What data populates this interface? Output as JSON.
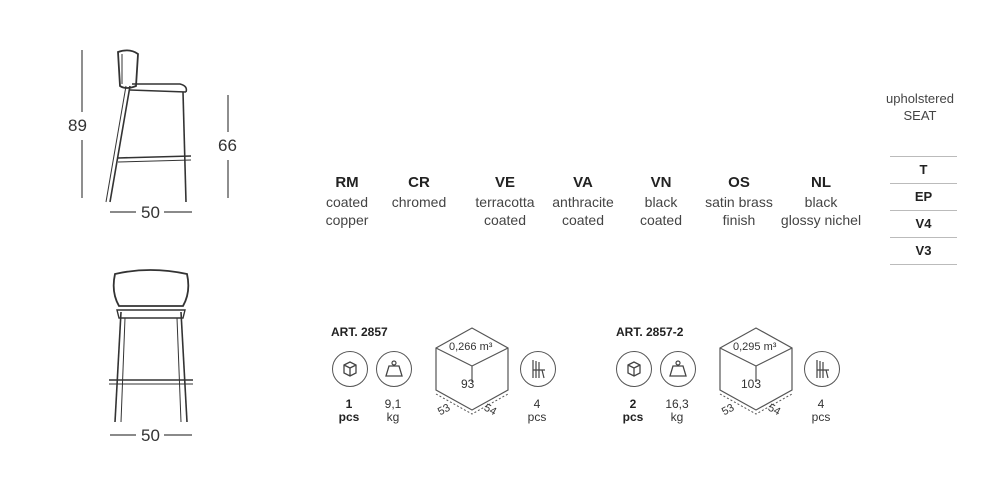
{
  "side_view": {
    "height_label": "89",
    "seat_height_label": "66",
    "width_label": "50"
  },
  "front_view": {
    "width_label": "50"
  },
  "finishes": [
    {
      "code": "RM",
      "line1": "coated",
      "line2": "copper"
    },
    {
      "code": "CR",
      "line1": "chromed",
      "line2": ""
    },
    {
      "code": "VE",
      "line1": "terracotta",
      "line2": "coated"
    },
    {
      "code": "VA",
      "line1": "anthracite",
      "line2": "coated"
    },
    {
      "code": "VN",
      "line1": "black",
      "line2": "coated"
    },
    {
      "code": "OS",
      "line1": "satin brass",
      "line2": "finish"
    },
    {
      "code": "NL",
      "line1": "black",
      "line2": "glossy nichel"
    }
  ],
  "seat": {
    "title_line1": "upholstered",
    "title_line2": "SEAT",
    "options": [
      "T",
      "EP",
      "V4",
      "V3"
    ]
  },
  "packages": [
    {
      "art": "ART. 2857",
      "pcs_value": "1",
      "pcs_unit": "pcs",
      "weight_value": "9,1",
      "weight_unit": "kg",
      "volume": "0,266 m³",
      "box_height": "93",
      "box_depth": "53",
      "box_width": "54",
      "stack_value": "4",
      "stack_unit": "pcs"
    },
    {
      "art": "ART. 2857-2",
      "pcs_value": "2",
      "pcs_unit": "pcs",
      "weight_value": "16,3",
      "weight_unit": "kg",
      "volume": "0,295 m³",
      "box_height": "103",
      "box_depth": "53",
      "box_width": "54",
      "stack_value": "4",
      "stack_unit": "pcs"
    }
  ],
  "icons": {
    "pieces": "box-icon",
    "weight": "weight-icon",
    "volume": "package-volume-icon",
    "stack": "stacked-chairs-icon"
  }
}
